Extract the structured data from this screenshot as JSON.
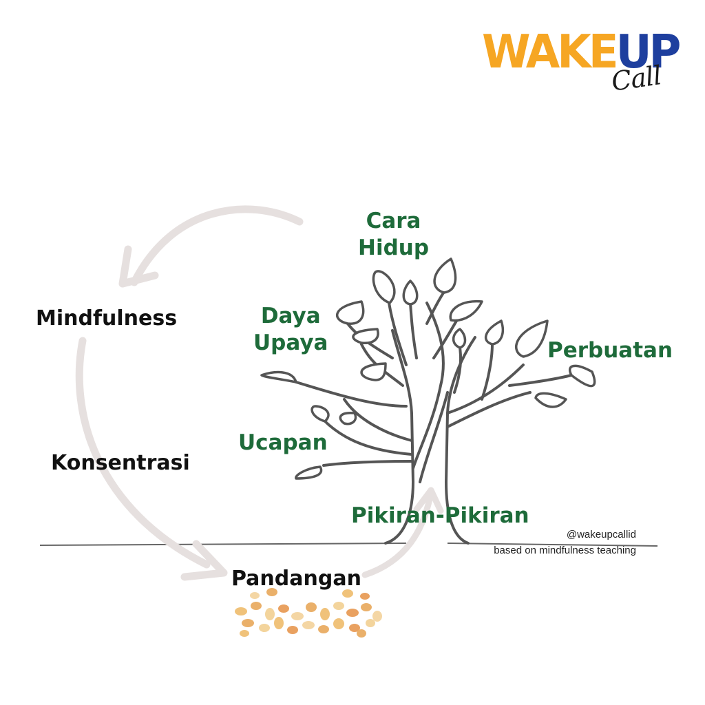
{
  "logo": {
    "word": "WAKEUP",
    "wake": "WAKE",
    "up": "UP",
    "script": "Call"
  },
  "labels": {
    "cara_hidup": "Cara\nHidup",
    "daya_upaya": "Daya\nUpaya",
    "perbuatan": "Perbuatan",
    "ucapan": "Ucapan",
    "pikiran": "Pikiran-Pikiran",
    "mindfulness": "Mindfulness",
    "konsentrasi": "Konsentrasi",
    "pandangan": "Pandangan"
  },
  "credit": {
    "handle": "@wakeupcallid",
    "note": "based on mindfulness teaching"
  },
  "colors": {
    "green": "#1e6b3a",
    "orange": "#f6a623",
    "blue": "#1e3f9e",
    "arrow": "#e6e0df",
    "tree": "#555555"
  }
}
